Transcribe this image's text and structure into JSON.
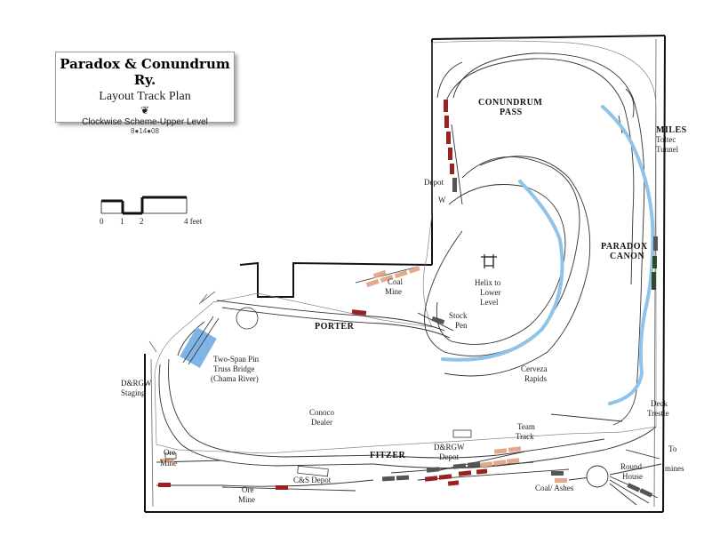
{
  "title": {
    "name": "Paradox & Conundrum Ry.",
    "subtitle": "Layout Track Plan",
    "ornament": "❦",
    "scheme": "Clockwise Scheme-Upper Level",
    "date": "8●14●08"
  },
  "scale": {
    "ticks": [
      "0",
      "1",
      "2",
      "4 feet"
    ]
  },
  "labels": {
    "conundrum": "CONUNDRUM",
    "pass": "PASS",
    "miles": "MILES",
    "toltec": "Toltec",
    "tunnel": "Tunnel",
    "depot_top": "Depot",
    "w": "W",
    "paradox": "PARADOX",
    "canon": "CANON",
    "helix_1": "Helix to",
    "helix_2": "Lower",
    "helix_3": "Level",
    "coal_mine_1": "Coal",
    "coal_mine_2": "Mine",
    "stock_1": "Stock",
    "stock_2": "Pen",
    "porter": "PORTER",
    "bridge_1": "Two-Span Pin",
    "bridge_2": "Truss Bridge",
    "bridge_3": "(Chama River)",
    "cerveza_1": "Cerveza",
    "cerveza_2": "Rapids",
    "deck_1": "Deck",
    "deck_2": "Trestle",
    "staging_1": "D&RGW",
    "staging_2": "Staging",
    "conoco_1": "Conoco",
    "conoco_2": "Dealer",
    "team_1": "Team",
    "team_2": "Track",
    "drgw_depot_1": "D&RGW",
    "drgw_depot_2": "Depot",
    "fitzer": "FITZER",
    "ore_mine_a_1": "Ore",
    "ore_mine_a_2": "Mine",
    "ore_mine_b_1": "Ore",
    "ore_mine_b_2": "Mine",
    "cs_depot": "C&S Depot",
    "coal_ashes": "Coal/ Ashes",
    "round_1": "Round",
    "round_2": "House",
    "to_1": "To",
    "to_2": "mines"
  },
  "colors": {
    "water": "#8fc3ea",
    "bridge": "#7fb4e6",
    "car_red": "#9b2020",
    "car_tan": "#e3a98a",
    "car_dark": "#555555",
    "car_green": "#2f4a2a",
    "line": "#222222",
    "track": "#333333"
  }
}
